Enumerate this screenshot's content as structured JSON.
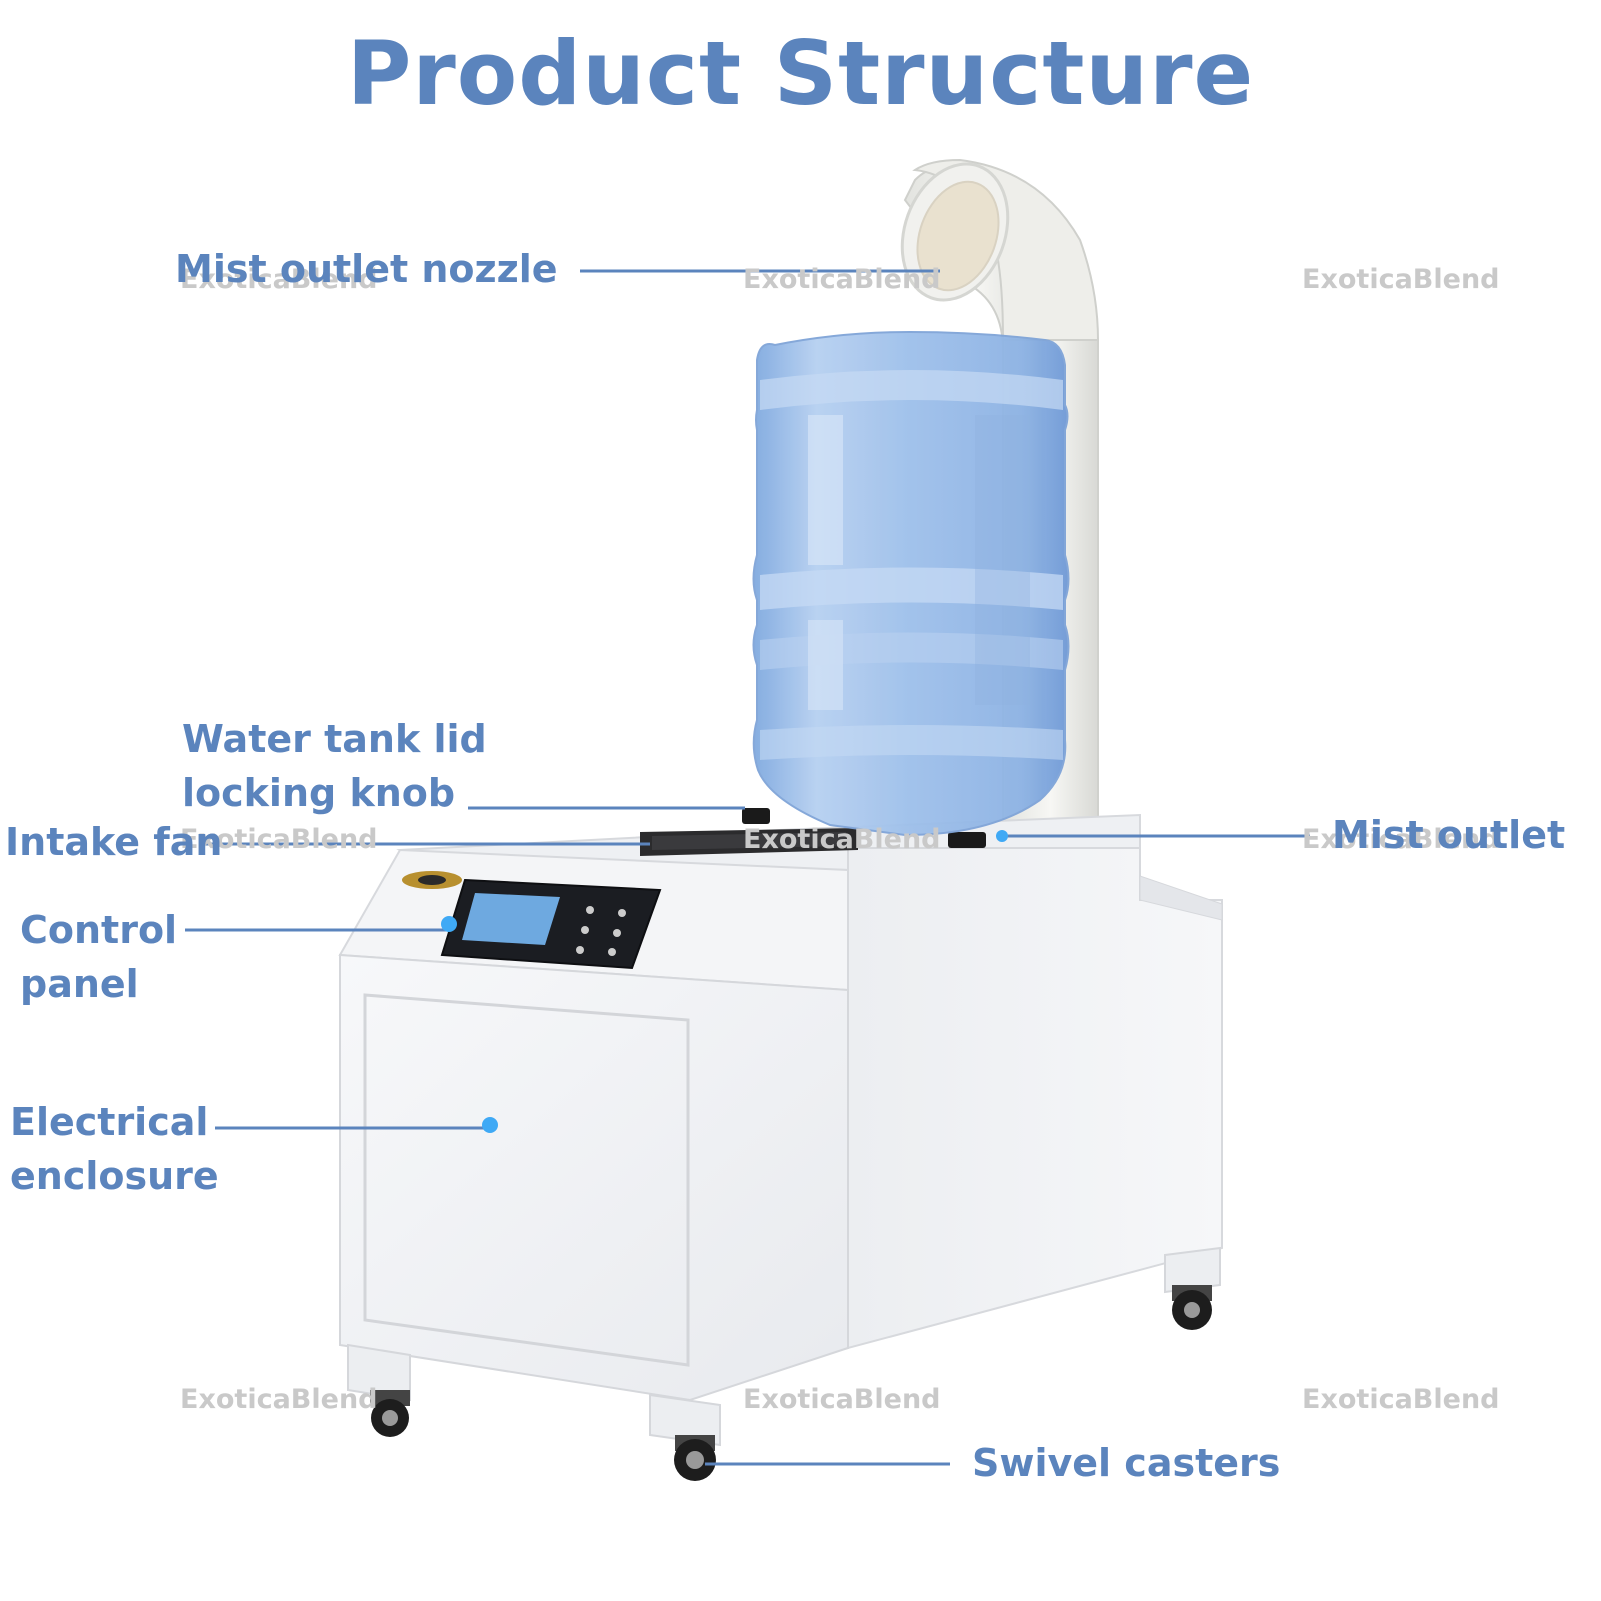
{
  "title": "Product Structure",
  "labels": {
    "mist_outlet_nozzle": "Mist outlet nozzle",
    "water_tank_lid_line1": "Water tank lid",
    "water_tank_lid_line2": "locking knob",
    "intake_fan": "Intake fan",
    "mist_outlet": "Mist outlet",
    "control_panel_line1": "Control",
    "control_panel_line2": "panel",
    "electrical_enclosure_line1": "Electrical",
    "electrical_enclosure_line2": "enclosure",
    "swivel_casters": "Swivel casters"
  },
  "watermark": "ExoticaBlend",
  "colors": {
    "label": "#5b84bd",
    "leader_line": "#5b84bd",
    "dot": "#3fa9f5",
    "watermark": "#c9c9c9",
    "water": "#9cc0ea",
    "body": "#f3f4f6"
  }
}
